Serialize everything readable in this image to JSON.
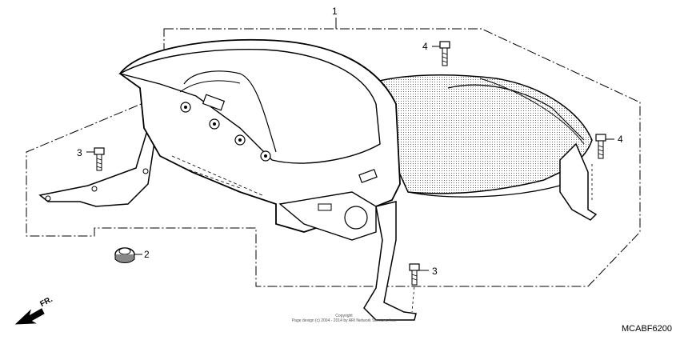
{
  "callouts": {
    "c1": "1",
    "c2": "2",
    "c3a": "3",
    "c3b": "3",
    "c4a": "4",
    "c4b": "4"
  },
  "direction_label": "FR.",
  "copyright": {
    "line1": "Copyright",
    "line2": "Page design (c) 2004 - 2014 by ARI Network Services, Inc."
  },
  "diagram_code": "MCABF6200"
}
